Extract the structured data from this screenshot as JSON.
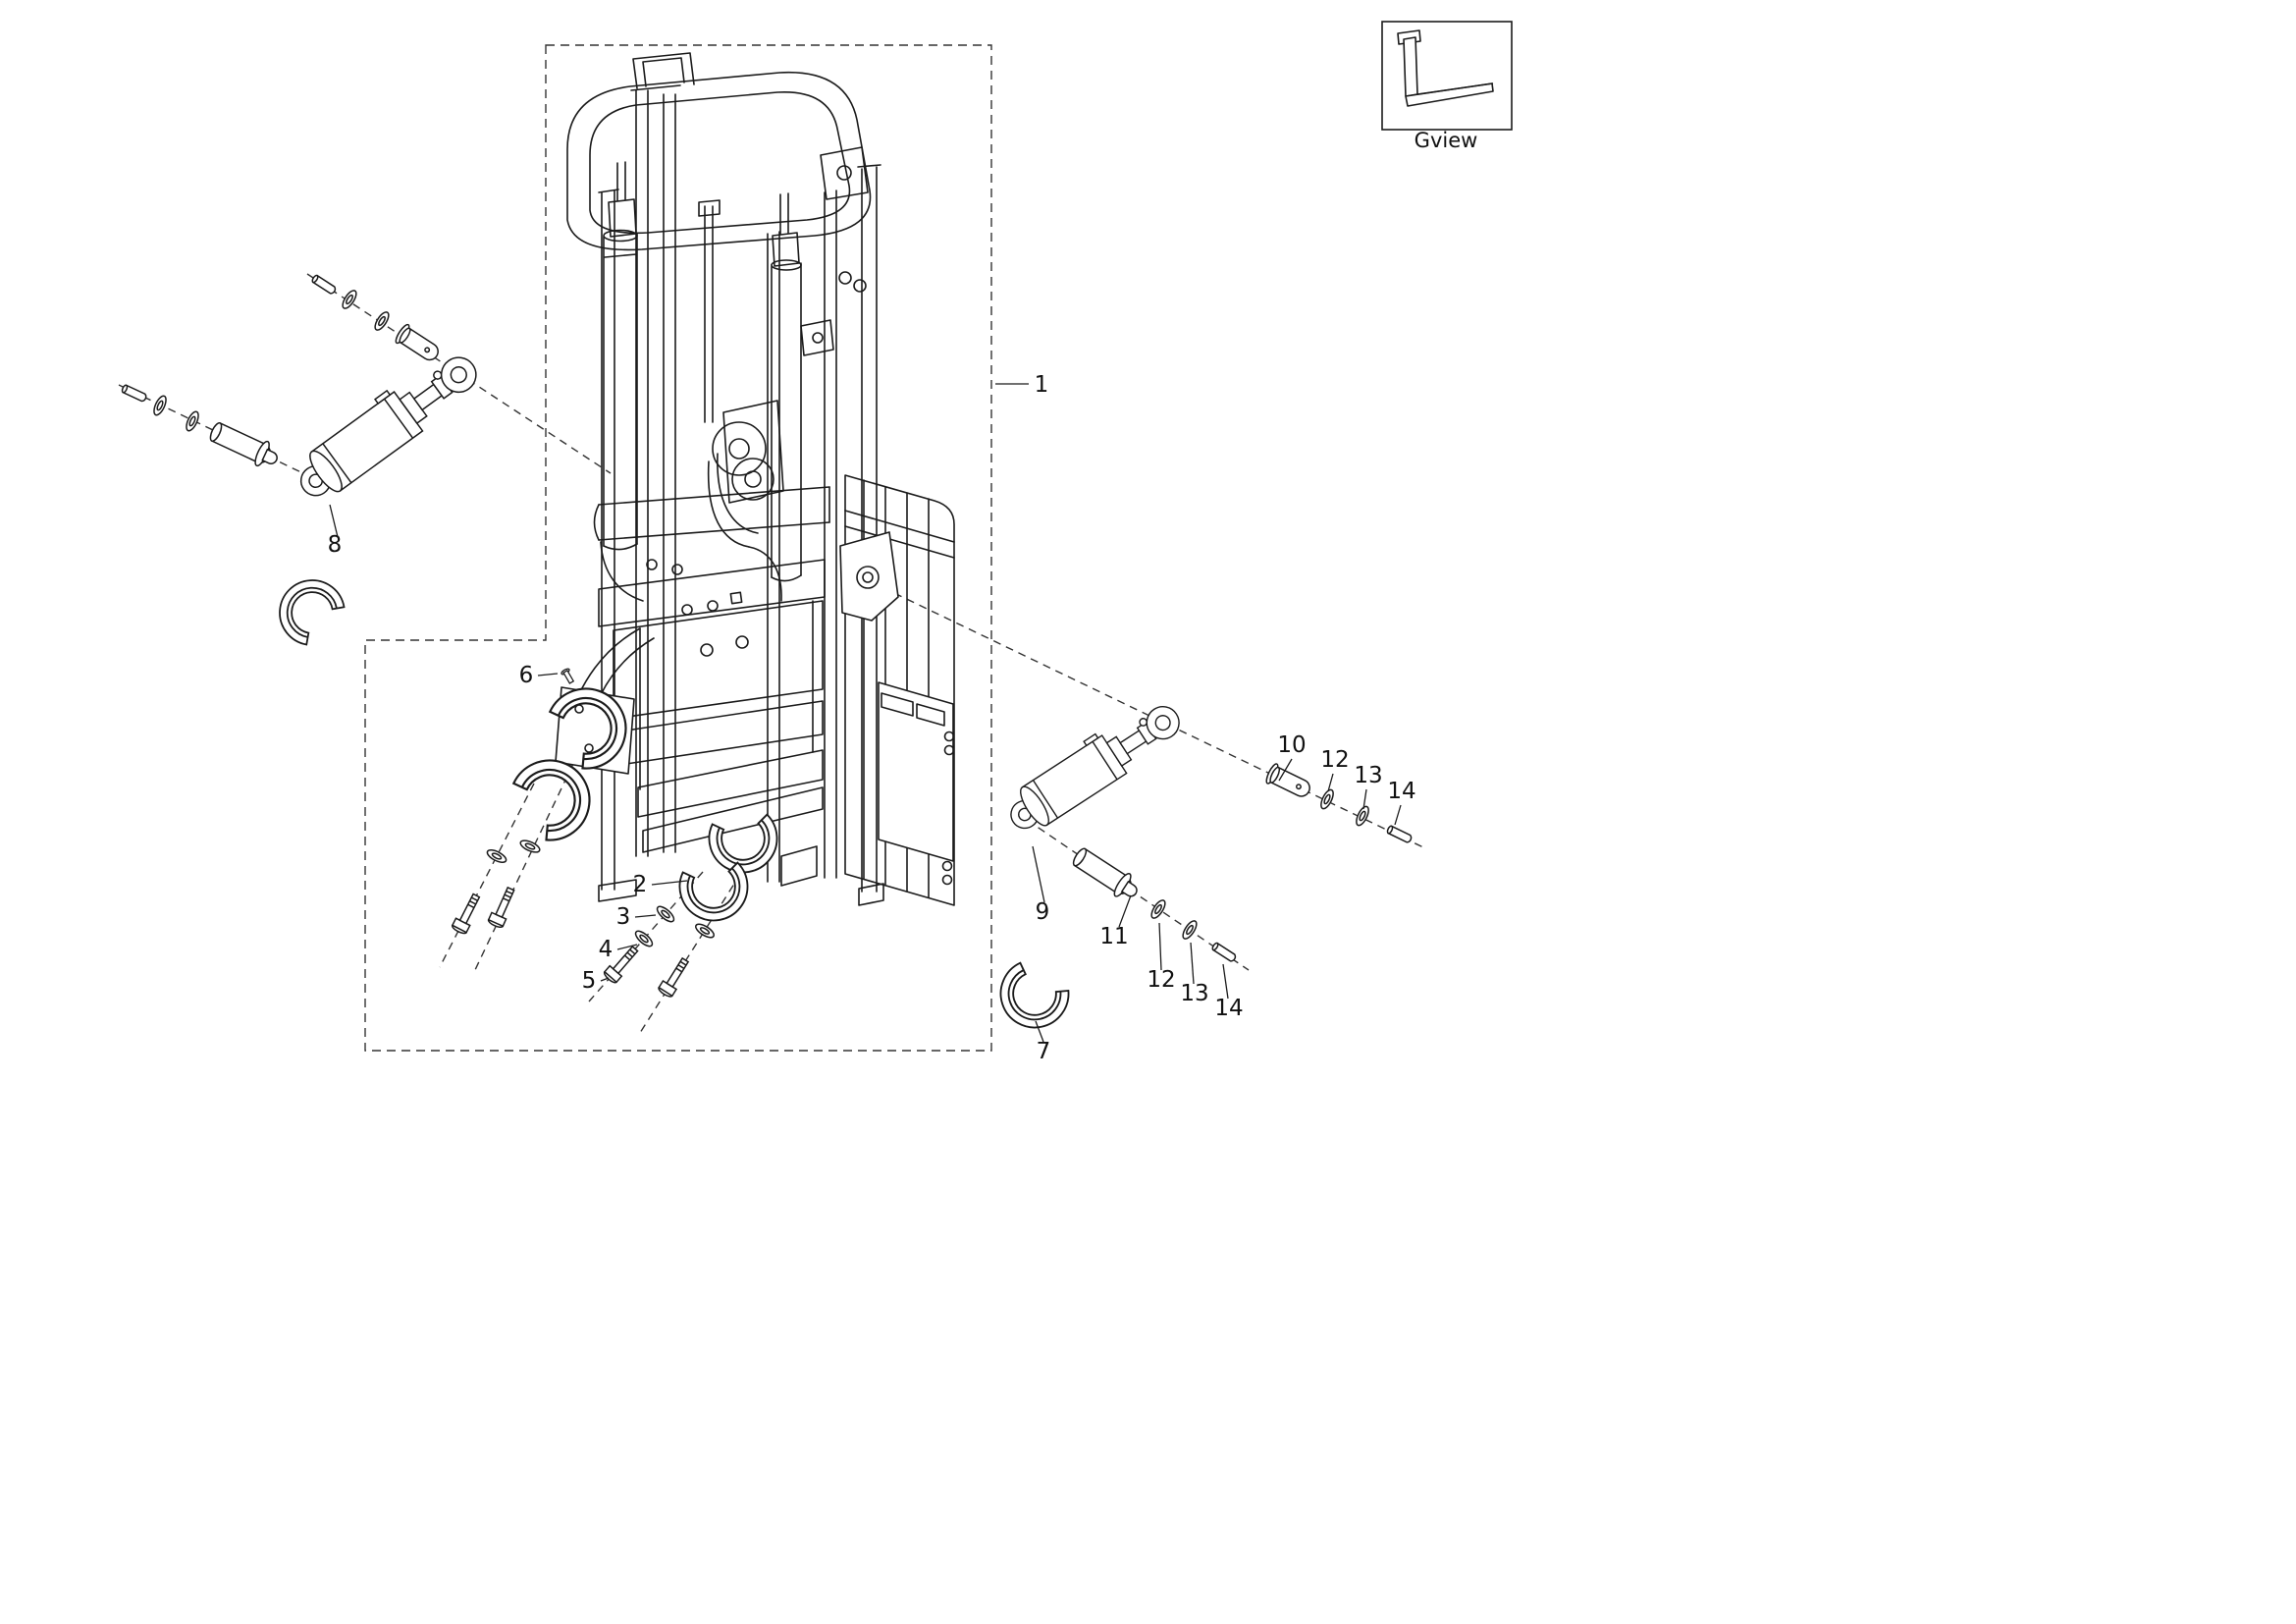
{
  "legend": {
    "gview_label": "Gview"
  },
  "part_labels": {
    "1": "1",
    "2": "2",
    "3": "3",
    "4": "4",
    "5": "5",
    "6": "6",
    "7": "7",
    "8": "8",
    "9": "9",
    "10": "10",
    "11": "11",
    "12": "12",
    "13": "13",
    "14": "14"
  },
  "colors": {
    "line": "#1b1b1b",
    "dashed": "#333333",
    "background": "#ffffff"
  }
}
